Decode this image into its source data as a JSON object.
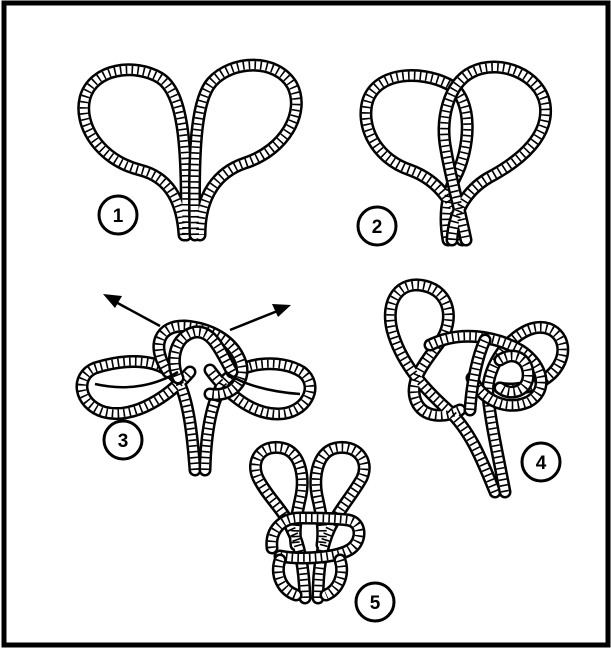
{
  "diagram": {
    "steps": [
      {
        "number": "1"
      },
      {
        "number": "2"
      },
      {
        "number": "3"
      },
      {
        "number": "4"
      },
      {
        "number": "5"
      }
    ]
  },
  "colors": {
    "ink": "#000000",
    "paper": "#ffffff"
  }
}
